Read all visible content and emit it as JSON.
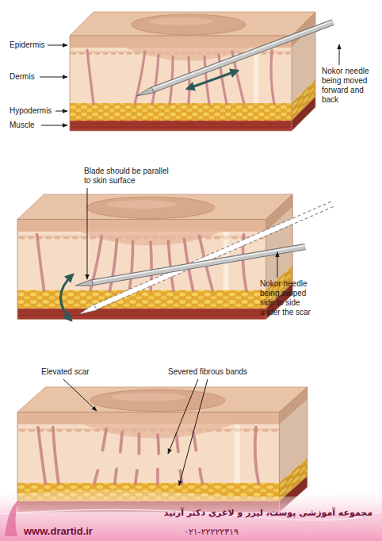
{
  "diagram": {
    "labels": [
      "Epidermis",
      "Dermis",
      "Hypodermis",
      "Muscle",
      "Nokor needle being moved forward and back",
      "Blade should be parallel to skin surface",
      "Nokor needle being swiped side to side under the scar",
      "Elevated scar",
      "Severed fibrous bands",
      "مجموعه آموزشی پوست، لیزر و لاغری دکتر آرتید",
      "www.drartid.ir",
      "۰۲۱-۲۲۲۲۲۳۱۹"
    ]
  }
}
